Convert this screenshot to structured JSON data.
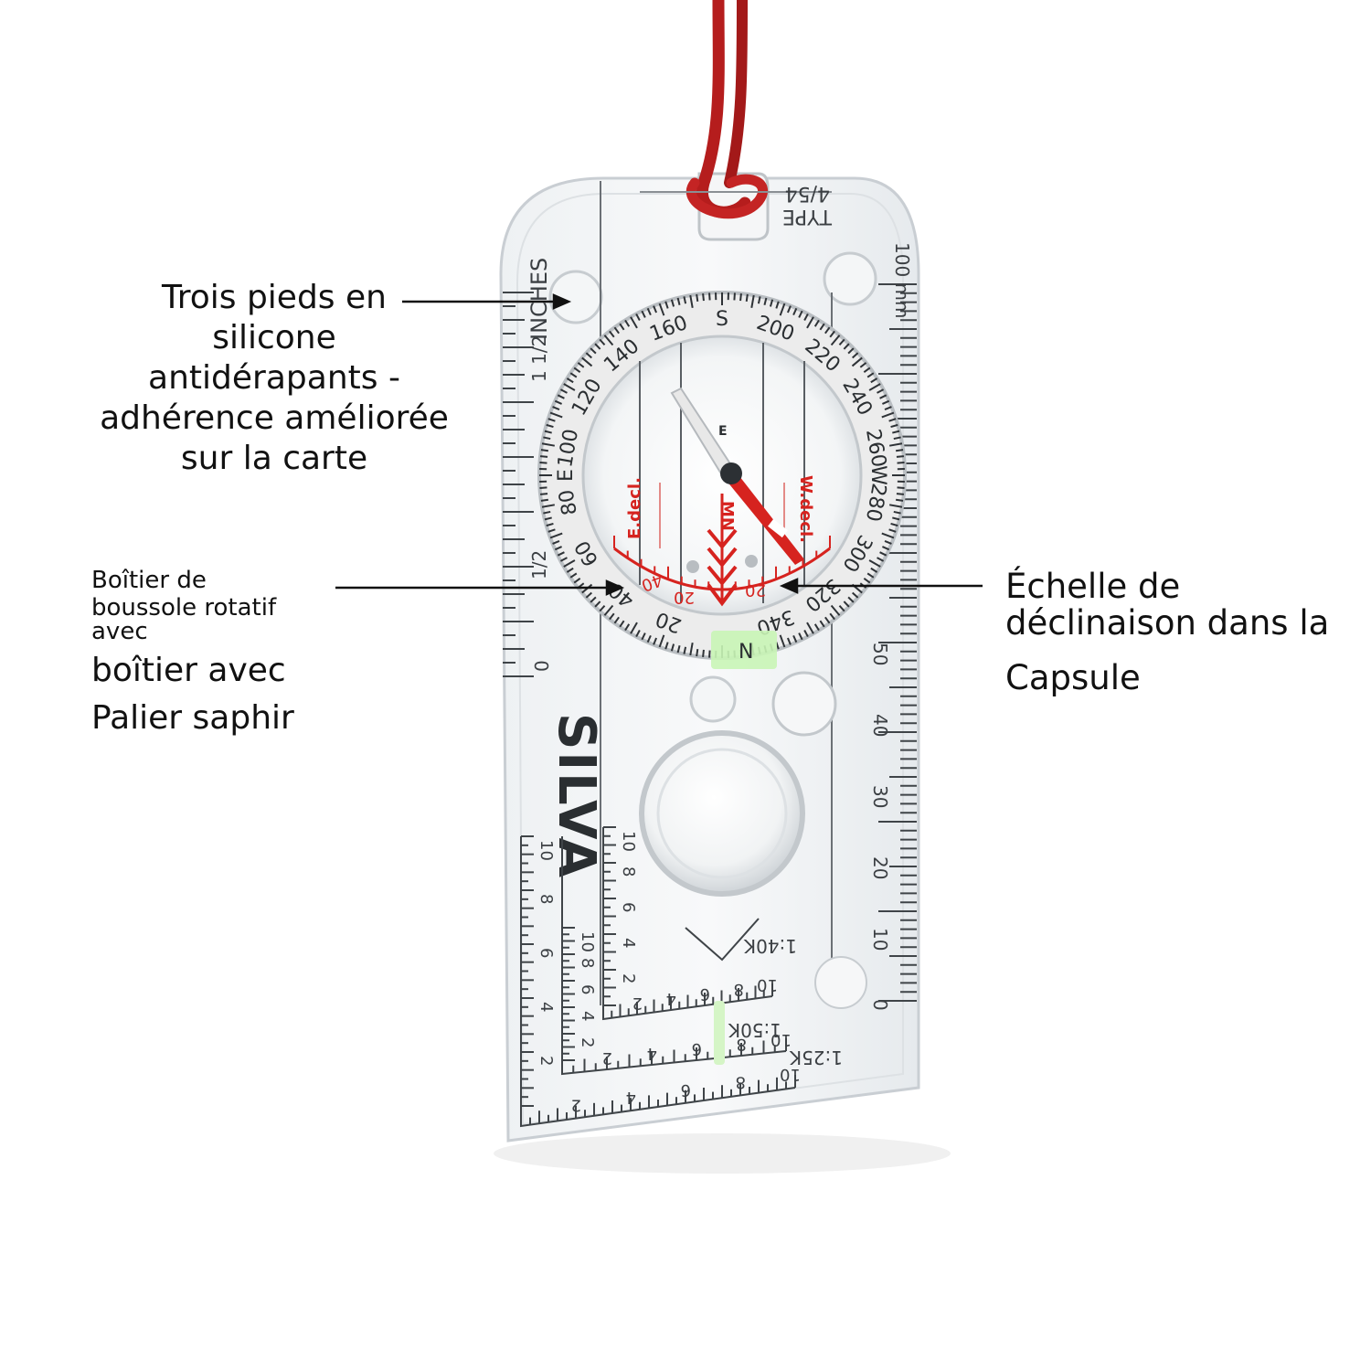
{
  "callouts": {
    "feet": {
      "lines": [
        "Trois pieds en",
        "silicone",
        "antidérapants -",
        "adhérence améliorée",
        "sur la carte"
      ]
    },
    "housing": {
      "lines": [
        "Boîtier de",
        "boussole rotatif",
        "avec",
        "boîtier avec",
        "Palier saphir"
      ]
    },
    "declination": {
      "lines": [
        "Échelle de",
        "déclinaison dans la",
        "Capsule"
      ]
    }
  },
  "compass": {
    "brand": "SILVA",
    "model": "TYPE",
    "model_number": "4/54",
    "inches_label": "INCHES",
    "half_inch_label": "1 1/2",
    "half_inch_mark": "1/2",
    "zero_mark": "0",
    "mm_label": "100 mm",
    "mm_ticks": [
      "50",
      "40",
      "30",
      "20",
      "10",
      "0"
    ],
    "bezel_numbers": [
      "20",
      "40",
      "60",
      "80",
      "100",
      "120",
      "140",
      "160",
      "200",
      "220",
      "240",
      "260",
      "280",
      "300",
      "320",
      "340"
    ],
    "bezel_letters": {
      "north": "N",
      "south": "S",
      "east": "E",
      "west": "W"
    },
    "capsule_labels": {
      "east_decl": "E.decl.",
      "west_decl": "W.decl.",
      "magnetic_north": "MN",
      "decl_20": "20",
      "decl_40": "40"
    },
    "scales": {
      "romer_1_25k": "1:25K",
      "romer_1_50k": "1:50K",
      "romer_1_40k": "1:40K",
      "romer_numbers": [
        "2",
        "4",
        "6",
        "8",
        "10"
      ]
    },
    "colors": {
      "lanyard": "#b51d1d",
      "needle_red": "#d6231f",
      "needle_white": "#e8e8e8",
      "luminous": "#c9f5b6",
      "baseplate_edge": "#c9ced3"
    }
  }
}
